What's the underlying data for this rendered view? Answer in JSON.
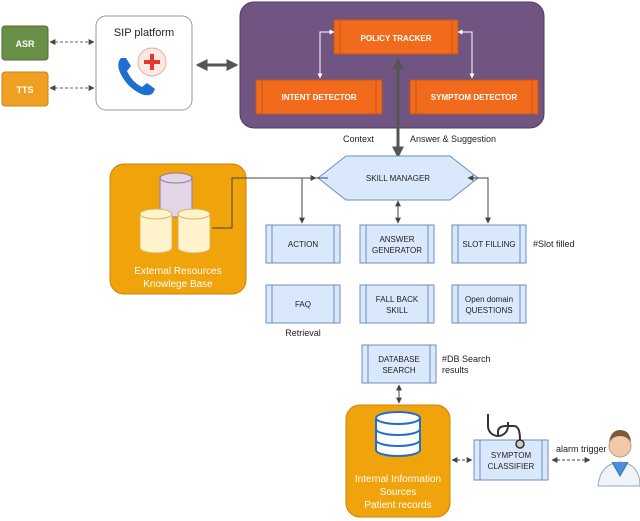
{
  "nodes": {
    "asr": "ASR",
    "tts": "TTS",
    "sip": "SIP platform",
    "policy_tracker": "POLICY TRACKER",
    "intent_detector": "INTENT DETECTOR",
    "symptom_detector": "SYMPTOM DETECTOR",
    "skill_manager": "SKILL MANAGER",
    "external": [
      "External Resources",
      "Knowlege Base"
    ],
    "action": "ACTION",
    "answer_generator": [
      "ANSWER",
      "GENERATOR"
    ],
    "slot_filling": "SLOT FILLING",
    "faq": "FAQ",
    "fallback": [
      "FALL BACK",
      "SKILL"
    ],
    "open_domain": [
      "Open domain",
      "QUESTIONS"
    ],
    "database_search": [
      "DATABASE",
      "SEARCH"
    ],
    "internal": [
      "Internal Information",
      "Sources",
      "Patient records"
    ],
    "symptom_classifier": [
      "SYMPTOM",
      "CLASSIFIER"
    ]
  },
  "labels": {
    "context": "Context",
    "answer_suggestion": "Answer & Suggestion",
    "slot_filled": "#Slot filled",
    "retrieval": "Retrieval",
    "db_results": [
      "#DB Search",
      "results"
    ],
    "alarm_trigger": "alarm trigger"
  },
  "colors": {
    "green_box": "#6a8f47",
    "orange_box": "#f0a020",
    "purple_panel": "#705582",
    "red_orange": "#f26b1d",
    "blue_box": "#dae8fc",
    "blue_border": "#6c8ebf",
    "internal_box": "#f0a30a"
  }
}
